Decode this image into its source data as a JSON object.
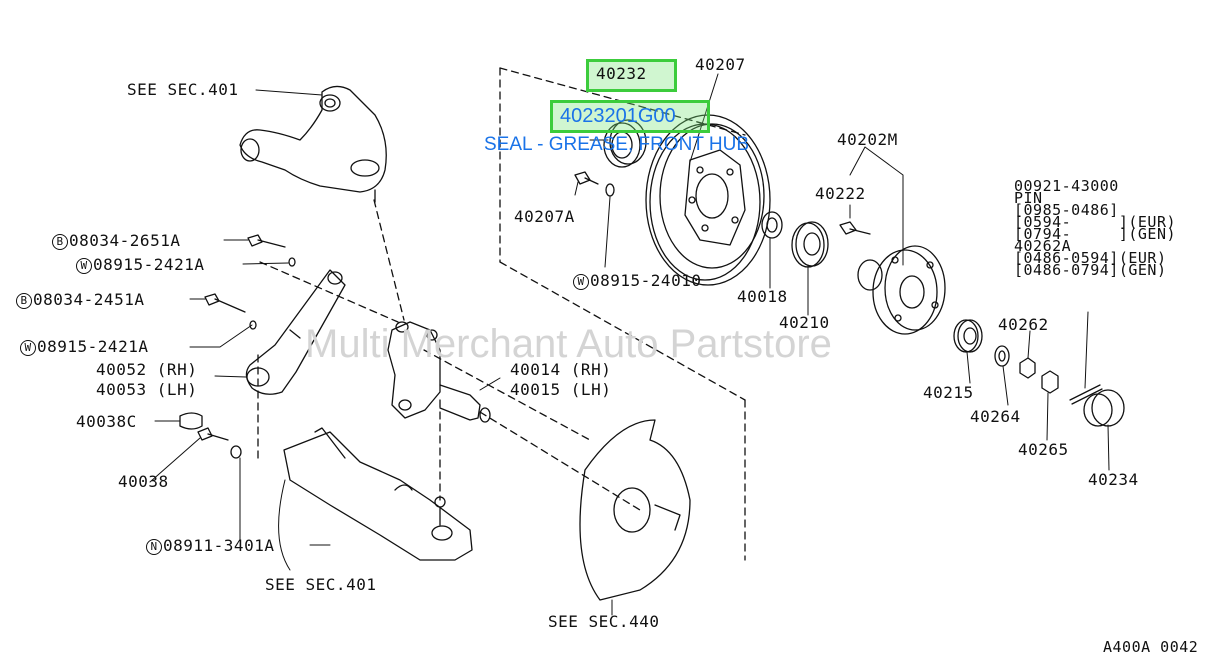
{
  "diagram_code": "A400A 0042",
  "watermark": "Multi Merchant Auto Partstore",
  "highlight": {
    "part_number": "40232",
    "oem_number": "4023201G00",
    "description": "SEAL - GREASE, FRONT HUB",
    "box_color": "#3ccc3c",
    "text_color": "#1a73e8"
  },
  "labels": {
    "see_sec_401_top": "SEE SEC.401",
    "see_sec_401_bottom": "SEE SEC.401",
    "see_sec_440": "SEE SEC.440",
    "p40207": "40207",
    "p40202M": "40202M",
    "p40222": "40222",
    "p40207A": "40207A",
    "w08915_24010": "08915-24010",
    "p40018": "40018",
    "p40210": "40210",
    "b08034_2651A": "08034-2651A",
    "w08915_2421A_1": "08915-2421A",
    "b08034_2451A": "08034-2451A",
    "w08915_2421A_2": "08915-2421A",
    "p40052": "40052 (RH)",
    "p40053": "40053 (LH)",
    "p40014": "40014 (RH)",
    "p40015": "40015 (LH)",
    "p40038C": "40038C",
    "p40038": "40038",
    "n08911_3401A": "08911-3401A",
    "p40215": "40215",
    "p40262": "40262",
    "p40264": "40264",
    "p40265": "40265",
    "p40234": "40234"
  },
  "prefix_marks": {
    "B": "B",
    "W": "W",
    "N": "N"
  },
  "pin_spec": {
    "line1": "00921-43000",
    "line2": "PIN",
    "line3": "[0985-0486]",
    "line4": "[0594-     ](EUR)",
    "line5": "[0794-     ](GEN)",
    "line6": "40262A",
    "line7": "[0486-0594](EUR)",
    "line8": "[0486-0794](GEN)"
  }
}
